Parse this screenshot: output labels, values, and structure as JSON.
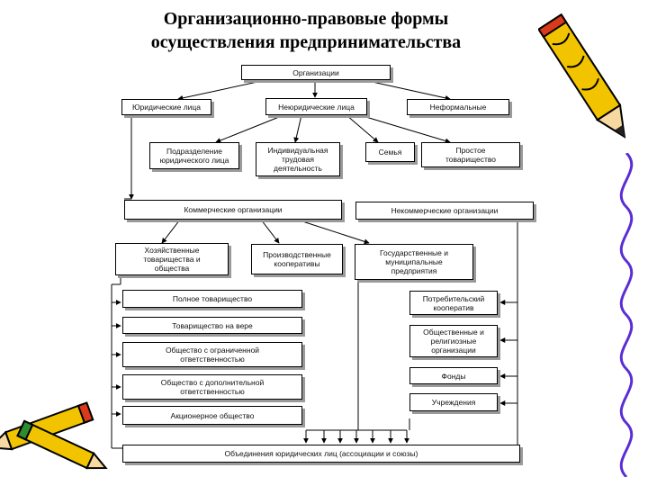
{
  "title": "Организационно-правовые формы\nосуществления предпринимательства",
  "nodes": {
    "org": "Организации",
    "legal": "Юридические лица",
    "nonlegal": "Неюридические лица",
    "informal": "Неформальные",
    "subdivision": "Подразделение\nюридического лица",
    "individual": "Индивидуальная\nтрудовая\nдеятельность",
    "family": "Семья",
    "simple": "Простое\nтоварищество",
    "commercial": "Коммерческие организации",
    "noncommercial": "Некоммерческие организации",
    "economic": "Хозяйственные\nтоварищества и\nобщества",
    "coop": "Производственные\nкооперативы",
    "state": "Государственные и\nмуниципальные\nпредприятия",
    "full": "Полное товарищество",
    "faith": "Товарищество на вере",
    "llc": "Общество с ограниченной\nответственностью",
    "alc": "Общество с дополнительной\nответственностью",
    "jsc": "Акционерное общество",
    "consumer": "Потребительский\nкооператив",
    "public": "Общественные и\nрелигиозные\nорганизации",
    "funds": "Фонды",
    "institutions": "Учреждения",
    "unions": "Объединения юридических лиц (ассоциации и союзы)"
  },
  "colors": {
    "border": "#000000",
    "shadow": "#9a9a9a",
    "pencil_body": "#f2c400",
    "pencil_accent": "#d93a1c",
    "squiggle": "#5a2dd6"
  },
  "icons": [
    "pencil-icon-top-right",
    "pencils-icon-bottom-left",
    "squiggle-decoration"
  ]
}
